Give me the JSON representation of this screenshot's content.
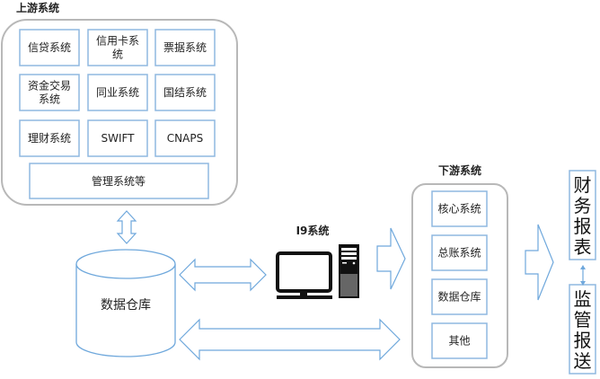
{
  "upstream": {
    "title": "上游系统",
    "items": [
      {
        "label": [
          "信贷系统"
        ]
      },
      {
        "label": [
          "信用卡系",
          "统"
        ]
      },
      {
        "label": [
          "票据系统"
        ]
      },
      {
        "label": [
          "资金交易",
          "系统"
        ]
      },
      {
        "label": [
          "同业系统"
        ]
      },
      {
        "label": [
          "国结系统"
        ]
      },
      {
        "label": [
          "理财系统"
        ]
      },
      {
        "label": [
          "SWIFT"
        ]
      },
      {
        "label": [
          "CNAPS"
        ]
      }
    ],
    "footer": "管理系统等"
  },
  "warehouse": {
    "label": "数据仓库"
  },
  "i9": {
    "title": "I9系统",
    "icon": "computer-icon"
  },
  "downstream": {
    "title": "下游系统",
    "items": [
      "核心系统",
      "总账系统",
      "数据仓库",
      "其他"
    ]
  },
  "outputs": [
    {
      "label": [
        "财",
        "务",
        "报",
        "表"
      ]
    },
    {
      "label": [
        "监",
        "管",
        "报",
        "送"
      ]
    }
  ],
  "colors": {
    "box_border": "#8fb8e0",
    "arrow": "#6fa8dc",
    "group_border": "#b8b8b8"
  }
}
